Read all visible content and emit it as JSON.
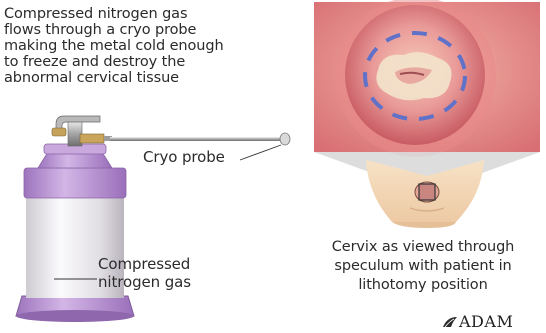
{
  "caption_top_lines": [
    "Compressed nitrogen gas",
    "flows through a cryo probe",
    "making the metal cold enough",
    "to freeze and destroy the",
    "abnormal cervical tissue"
  ],
  "labels": {
    "cryo_probe": "Cryo probe",
    "gas_line1": "Compressed",
    "gas_line2": "nitrogen gas"
  },
  "cervix_caption_lines": [
    "Cervix as viewed through",
    "speculum with patient in",
    "lithotomy position"
  ],
  "logo_text": "ADAM",
  "colors": {
    "canister_purple": "#b48ccf",
    "canister_body": "#e9e6ea",
    "tissue_pink": "#e07f86",
    "dash_blue": "#5f72c8",
    "skin": "#f3d8b8"
  }
}
